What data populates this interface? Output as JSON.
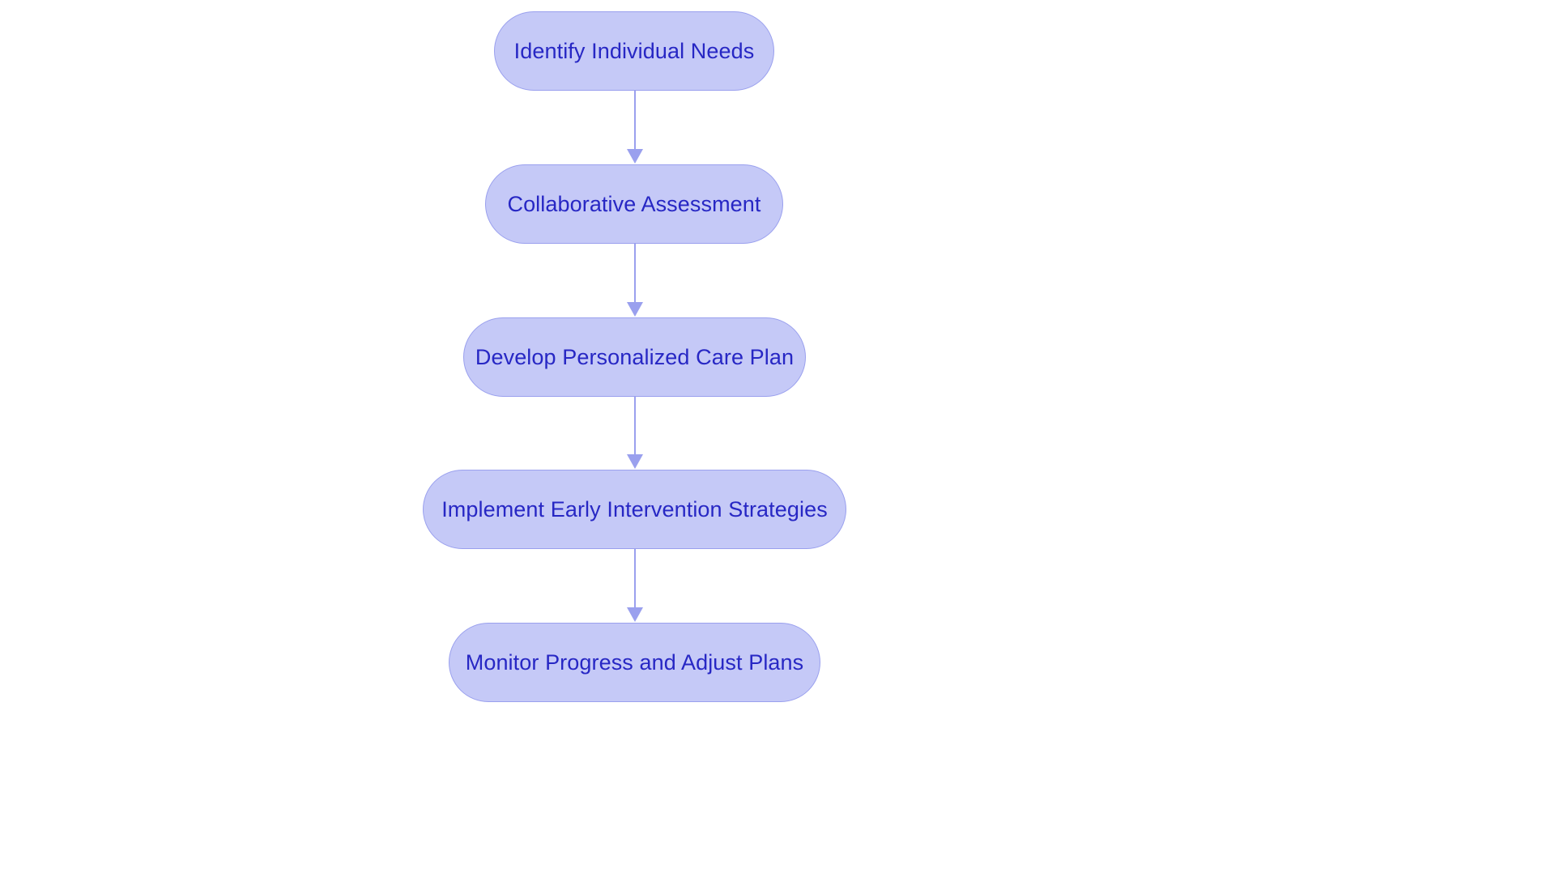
{
  "diagram": {
    "type": "flowchart",
    "orientation": "top-to-bottom",
    "title": "",
    "colors": {
      "node_fill": "#c5c9f7",
      "node_border": "#9aa0ee",
      "node_text": "#2727c4",
      "connector": "#9aa0ee",
      "background": "#ffffff"
    },
    "node_shape": "stadium",
    "nodes": [
      {
        "id": "n0",
        "label": "Identify Individual Needs"
      },
      {
        "id": "n1",
        "label": "Collaborative Assessment"
      },
      {
        "id": "n2",
        "label": "Develop Personalized Care Plan"
      },
      {
        "id": "n3",
        "label": "Implement Early Intervention Strategies"
      },
      {
        "id": "n4",
        "label": "Monitor Progress and Adjust Plans"
      }
    ],
    "edges": [
      {
        "from": "n0",
        "to": "n1",
        "label": "",
        "arrow": "down-arrow-icon"
      },
      {
        "from": "n1",
        "to": "n2",
        "label": "",
        "arrow": "down-arrow-icon"
      },
      {
        "from": "n2",
        "to": "n3",
        "label": "",
        "arrow": "down-arrow-icon"
      },
      {
        "from": "n3",
        "to": "n4",
        "label": "",
        "arrow": "down-arrow-icon"
      }
    ]
  }
}
